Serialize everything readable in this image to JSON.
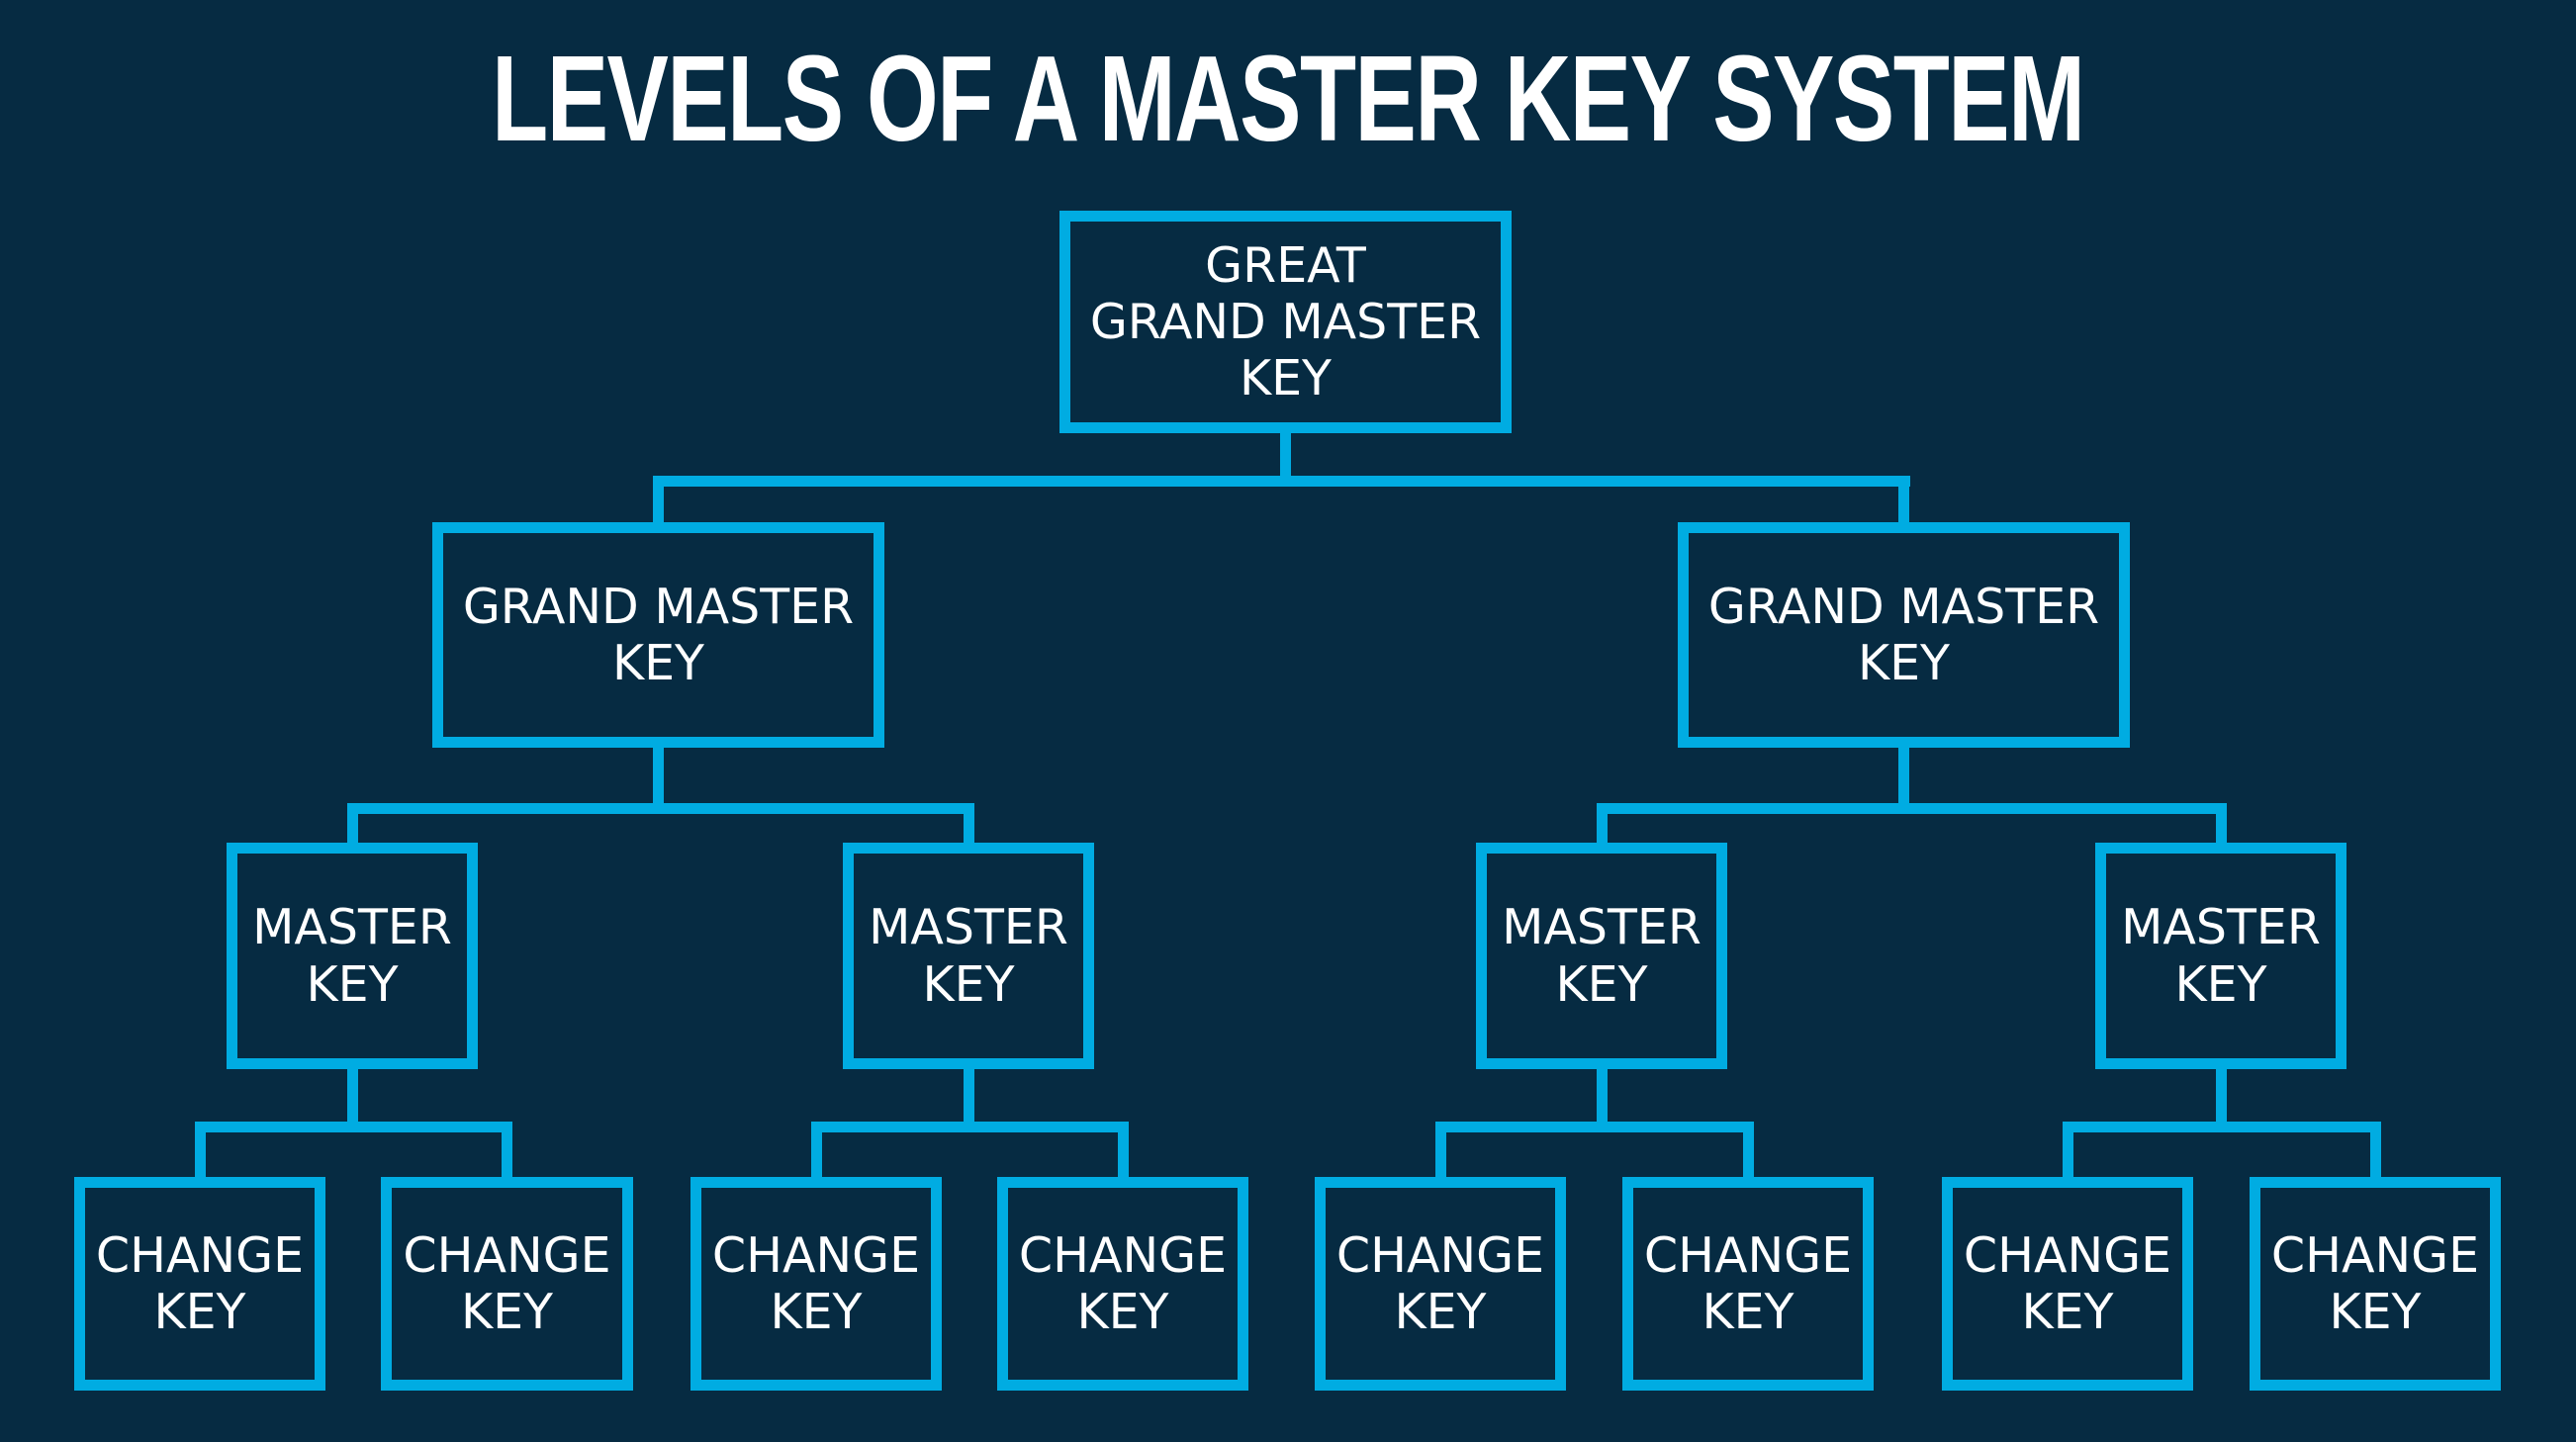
{
  "title": "LEVELS OF A MASTER KEY SYSTEM",
  "colors": {
    "background": "#062b42",
    "accent": "#00ace2",
    "text": "#ffffff"
  },
  "tree": {
    "label": "GREAT\nGRAND MASTER\nKEY",
    "children": [
      {
        "label": "GRAND MASTER\nKEY",
        "children": [
          {
            "label": "MASTER\nKEY",
            "children": [
              {
                "label": "CHANGE\nKEY"
              },
              {
                "label": "CHANGE\nKEY"
              }
            ]
          },
          {
            "label": "MASTER\nKEY",
            "children": [
              {
                "label": "CHANGE\nKEY"
              },
              {
                "label": "CHANGE\nKEY"
              }
            ]
          }
        ]
      },
      {
        "label": "GRAND MASTER\nKEY",
        "children": [
          {
            "label": "MASTER\nKEY",
            "children": [
              {
                "label": "CHANGE\nKEY"
              },
              {
                "label": "CHANGE\nKEY"
              }
            ]
          },
          {
            "label": "MASTER\nKEY",
            "children": [
              {
                "label": "CHANGE\nKEY"
              },
              {
                "label": "CHANGE\nKEY"
              }
            ]
          }
        ]
      }
    ]
  }
}
